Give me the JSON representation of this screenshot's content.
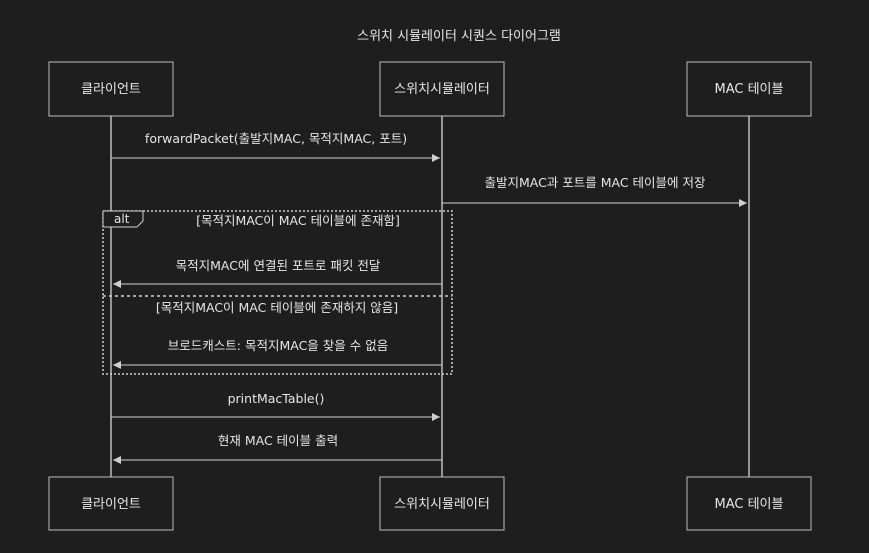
{
  "title": "스위치 시뮬레이터 시퀀스 다이어그램",
  "participants": {
    "client": "클라이언트",
    "switch": "스위치시뮬레이터",
    "mac_table": "MAC 테이블"
  },
  "messages": {
    "m1": "forwardPacket(출발지MAC, 목적지MAC, 포트)",
    "m2": "출발지MAC과 포트를 MAC 테이블에 저장",
    "m3": "목적지MAC에 연결된 포트로 패킷 전달",
    "m4": "브로드캐스트: 목적지MAC을 찾을 수 없음",
    "m5": "printMacTable()",
    "m6": "현재 MAC 테이블 출력"
  },
  "alt": {
    "keyword": "alt",
    "condition1": "[목적지MAC이 MAC 테이블에 존재함]",
    "condition2": "[목적지MAC이 MAC 테이블에 존재하지 않음]"
  },
  "colors": {
    "background": "#1e1e1e",
    "line": "#bdbdbd",
    "text": "#e6e6e6"
  }
}
